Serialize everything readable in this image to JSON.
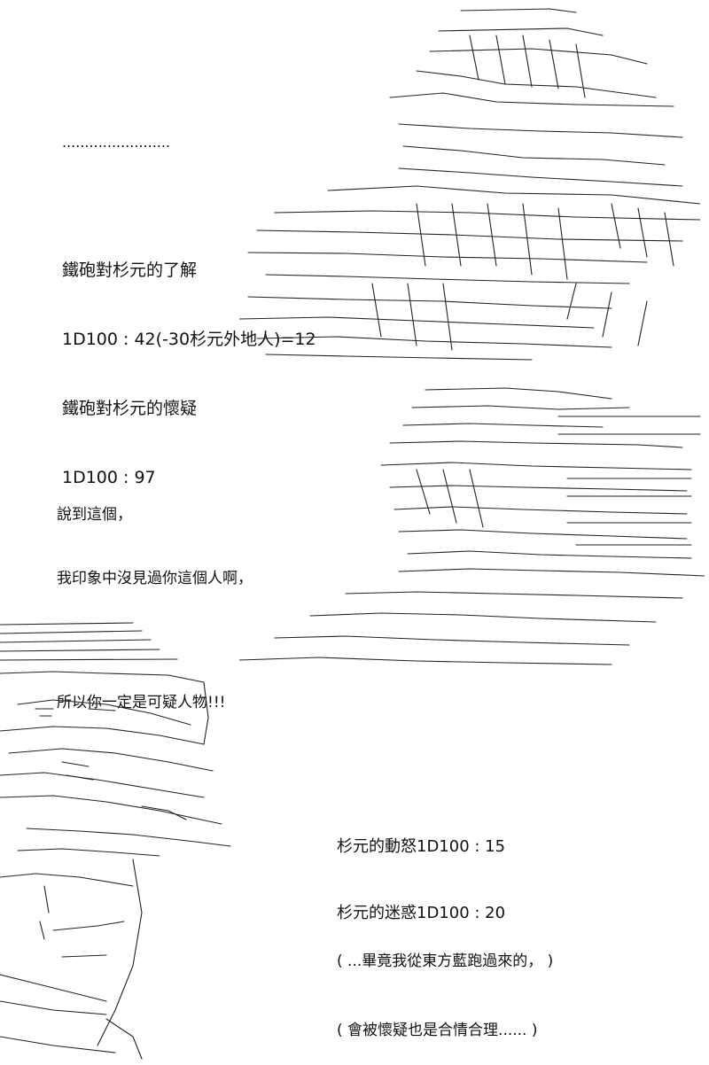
{
  "top_text": {
    "dots": "........................",
    "lines": [
      "鐵砲對杉元的了解",
      "1D100 : 42(-30杉元外地人)=12",
      "鐵砲對杉元的懷疑",
      "1D100 : 97"
    ]
  },
  "middle_text": {
    "lines": [
      "說到這個，",
      "我印象中沒見過你這個人啊，"
    ],
    "last_line": "所以你一定是可疑人物!!!"
  },
  "lower_text": {
    "lines": [
      "杉元的動怒1D100 : 15",
      "杉元的迷惑1D100 : 20"
    ]
  },
  "aside_text": {
    "lines": [
      "( ...畢竟我從東方藍跑過來的， )",
      "( 會被懷疑也是合情合理...... )"
    ]
  },
  "art": {
    "stroke_color": "#222222",
    "figures": [
      "upper-right-character-art",
      "middle-right-character-art",
      "lower-left-character-art"
    ]
  }
}
